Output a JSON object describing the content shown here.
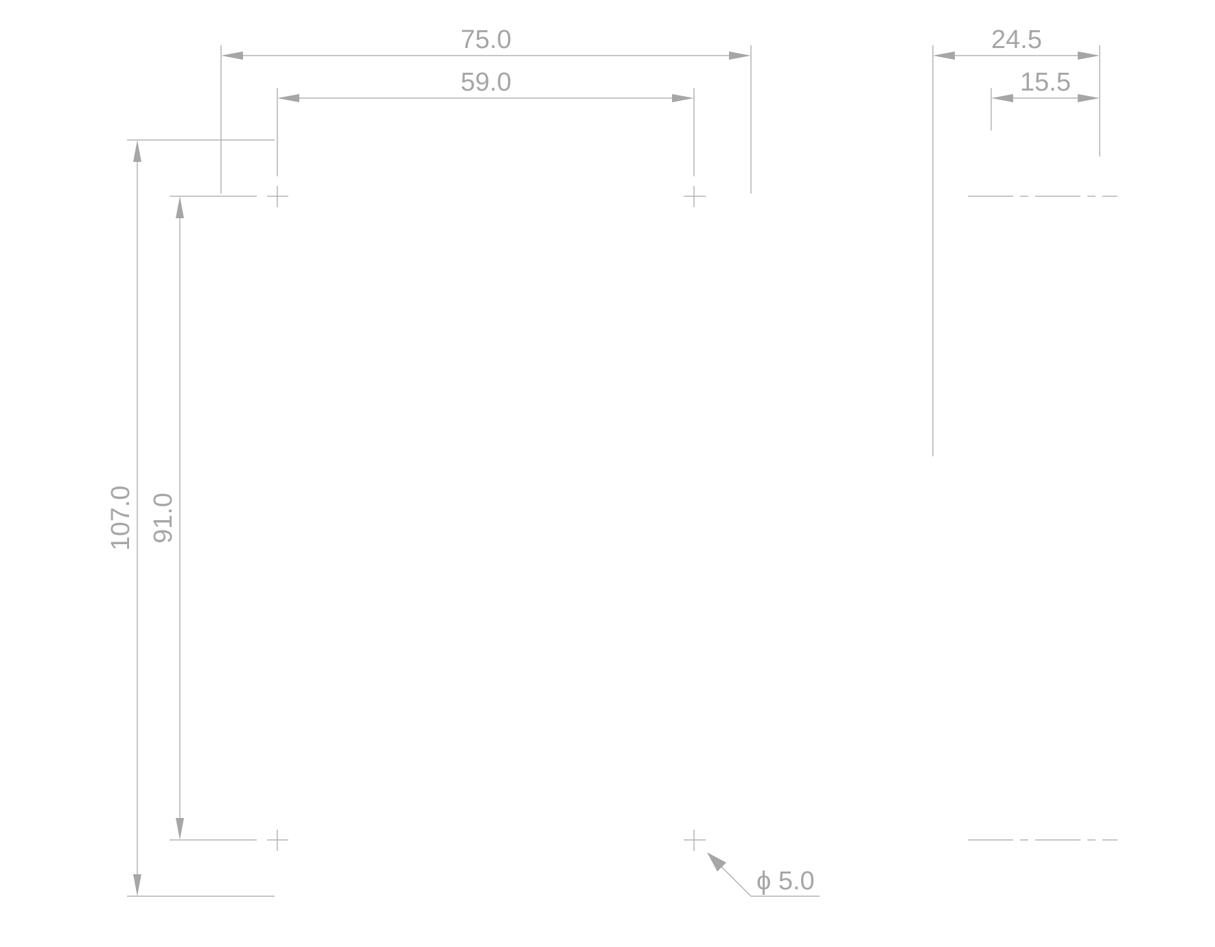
{
  "dimensions": {
    "overall_width": "75.0",
    "hole_spacing_horizontal": "59.0",
    "overall_height": "107.0",
    "hole_spacing_vertical": "91.0",
    "side_depth": "24.5",
    "side_hole_offset": "15.5",
    "hole_diameter": "ϕ 5.0"
  },
  "colors": {
    "line": "#b3b3b3",
    "text": "#a6a6a6",
    "background": "#ffffff"
  }
}
